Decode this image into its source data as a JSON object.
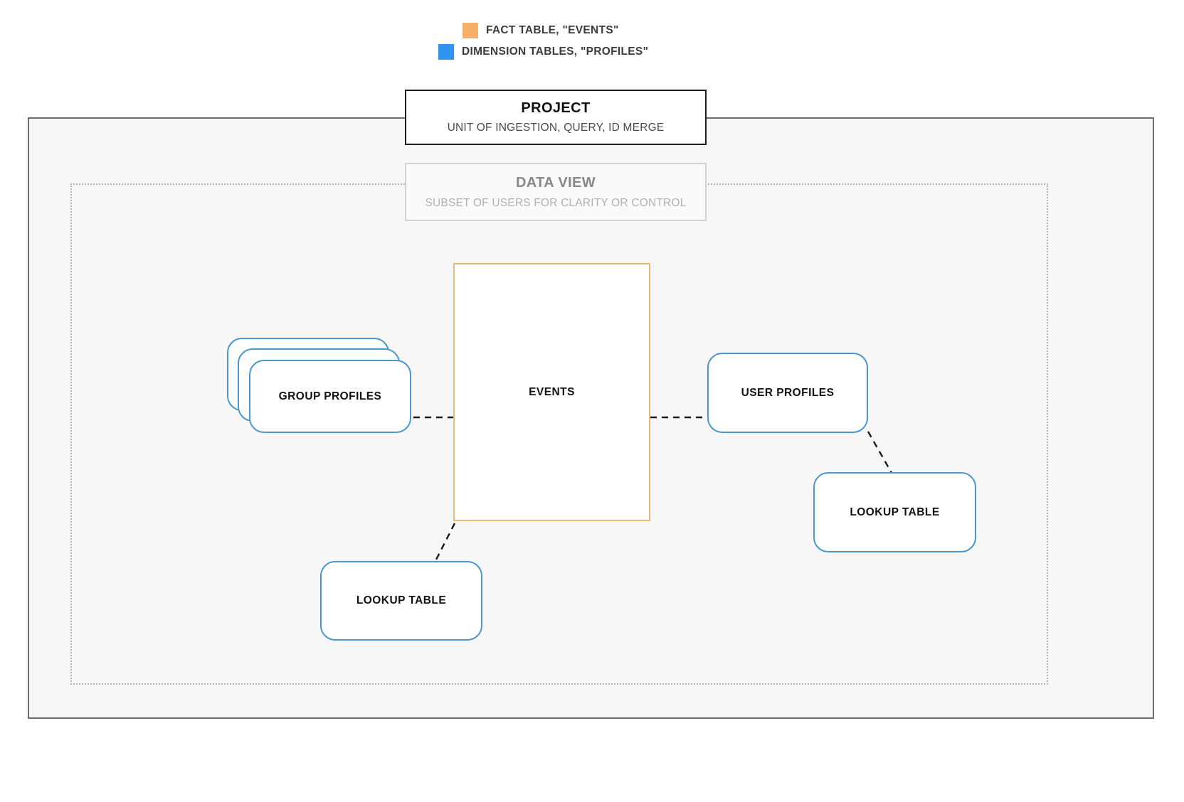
{
  "legend": {
    "items": [
      {
        "label": "FACT TABLE, \"EVENTS\"",
        "color": "#f4b067",
        "icon": "orange-square-swatch"
      },
      {
        "label": "DIMENSION TABLES, \"PROFILES\"",
        "color": "#3193f2",
        "icon": "blue-square-swatch"
      }
    ]
  },
  "project": {
    "title": "PROJECT",
    "subtitle": "UNIT OF INGESTION, QUERY, ID MERGE",
    "border_color": "#1b1b1b"
  },
  "data_view": {
    "title": "DATA VIEW",
    "subtitle": "SUBSET OF USERS FOR CLARITY OR CONTROL",
    "border_color": "#d2d2d2",
    "text_color": "#b0b0b0"
  },
  "nodes": {
    "events": {
      "label": "EVENTS",
      "type": "fact-table",
      "border_color": "#e8b877"
    },
    "group_profiles": {
      "label": "GROUP PROFILES",
      "type": "dimension-table-stack",
      "border_color": "#4a97cf",
      "stack_count": 3
    },
    "user_profiles": {
      "label": "USER PROFILES",
      "type": "dimension-table",
      "border_color": "#4a97cf"
    },
    "lookup_left": {
      "label": "LOOKUP TABLE",
      "type": "dimension-table",
      "border_color": "#4a97cf"
    },
    "lookup_right": {
      "label": "LOOKUP TABLE",
      "type": "dimension-table",
      "border_color": "#4a97cf"
    }
  },
  "connections": [
    {
      "from": "group_profiles",
      "to": "events",
      "style": "dashed"
    },
    {
      "from": "events",
      "to": "user_profiles",
      "style": "dashed"
    },
    {
      "from": "events",
      "to": "lookup_left",
      "style": "dashed"
    },
    {
      "from": "user_profiles",
      "to": "lookup_right",
      "style": "dashed"
    }
  ],
  "canvas": {
    "background": "#ffffff",
    "project_fill": "#f7f7f7"
  }
}
